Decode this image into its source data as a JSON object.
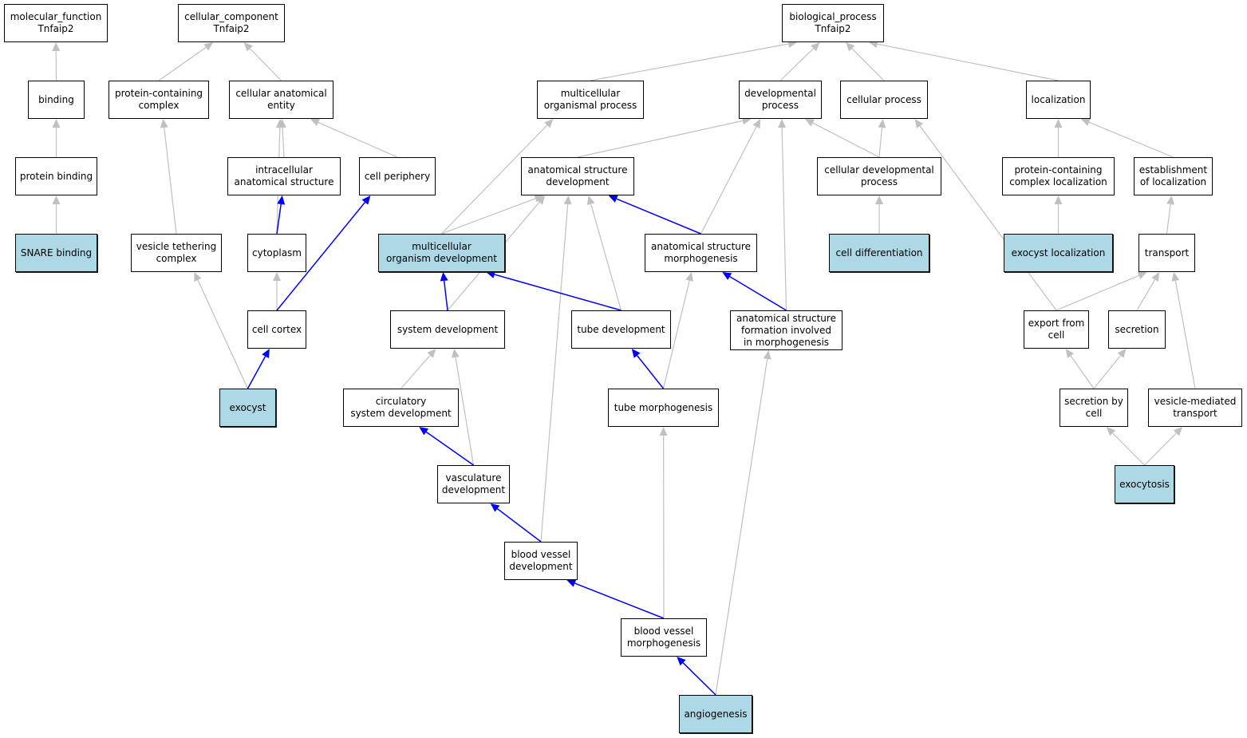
{
  "colors": {
    "highlight": "#add8e6",
    "node_border": "#000000",
    "edge_default": "#c0c0c0",
    "edge_path": "#0000ff"
  },
  "nodes": {
    "mf": {
      "label": "molecular_function\nTnfaip2",
      "highlight": false
    },
    "binding": {
      "label": "binding",
      "highlight": false
    },
    "protein_binding": {
      "label": "protein binding",
      "highlight": false
    },
    "snare": {
      "label": "SNARE binding",
      "highlight": true
    },
    "cc": {
      "label": "cellular_component\nTnfaip2",
      "highlight": false
    },
    "pcc": {
      "label": "protein-containing\ncomplex",
      "highlight": false
    },
    "cae": {
      "label": "cellular anatomical\nentity",
      "highlight": false
    },
    "ias": {
      "label": "intracellular\nanatomical structure",
      "highlight": false
    },
    "cell_periphery": {
      "label": "cell periphery",
      "highlight": false
    },
    "vtc": {
      "label": "vesicle tethering\ncomplex",
      "highlight": false
    },
    "cytoplasm": {
      "label": "cytoplasm",
      "highlight": false
    },
    "cell_cortex": {
      "label": "cell cortex",
      "highlight": false
    },
    "exocyst": {
      "label": "exocyst",
      "highlight": true
    },
    "bp": {
      "label": "biological_process\nTnfaip2",
      "highlight": false
    },
    "mop": {
      "label": "multicellular\norganismal process",
      "highlight": false
    },
    "dev_proc": {
      "label": "developmental\nprocess",
      "highlight": false
    },
    "cell_proc": {
      "label": "cellular process",
      "highlight": false
    },
    "localization": {
      "label": "localization",
      "highlight": false
    },
    "asd": {
      "label": "anatomical structure\ndevelopment",
      "highlight": false
    },
    "cdp": {
      "label": "cellular developmental\nprocess",
      "highlight": false
    },
    "pcl": {
      "label": "protein-containing\ncomplex localization",
      "highlight": false
    },
    "eol": {
      "label": "establishment\nof localization",
      "highlight": false
    },
    "mod": {
      "label": "multicellular\norganism development",
      "highlight": true
    },
    "asm": {
      "label": "anatomical structure\nmorphogenesis",
      "highlight": false
    },
    "cell_diff": {
      "label": "cell differentiation",
      "highlight": true
    },
    "exo_loc": {
      "label": "exocyst localization",
      "highlight": true
    },
    "transport": {
      "label": "transport",
      "highlight": false
    },
    "sys_dev": {
      "label": "system development",
      "highlight": false
    },
    "tube_dev": {
      "label": "tube development",
      "highlight": false
    },
    "asf": {
      "label": "anatomical structure\nformation involved\nin morphogenesis",
      "highlight": false
    },
    "export": {
      "label": "export from\ncell",
      "highlight": false
    },
    "secretion": {
      "label": "secretion",
      "highlight": false
    },
    "csd": {
      "label": "circulatory\nsystem development",
      "highlight": false
    },
    "tube_morph": {
      "label": "tube morphogenesis",
      "highlight": false
    },
    "sec_cell": {
      "label": "secretion by\ncell",
      "highlight": false
    },
    "vmt": {
      "label": "vesicle-mediated\ntransport",
      "highlight": false
    },
    "vasc_dev": {
      "label": "vasculature\ndevelopment",
      "highlight": false
    },
    "exocytosis": {
      "label": "exocytosis",
      "highlight": true
    },
    "bvd": {
      "label": "blood vessel\ndevelopment",
      "highlight": false
    },
    "bvm": {
      "label": "blood vessel\nmorphogenesis",
      "highlight": false
    },
    "angio": {
      "label": "angiogenesis",
      "highlight": true
    }
  },
  "edges": [
    {
      "from": "binding",
      "to": "mf",
      "path": false
    },
    {
      "from": "protein_binding",
      "to": "binding",
      "path": false
    },
    {
      "from": "snare",
      "to": "protein_binding",
      "path": false
    },
    {
      "from": "pcc",
      "to": "cc",
      "path": false
    },
    {
      "from": "cae",
      "to": "cc",
      "path": false
    },
    {
      "from": "ias",
      "to": "cae",
      "path": false
    },
    {
      "from": "cell_periphery",
      "to": "cae",
      "path": false
    },
    {
      "from": "cytoplasm",
      "to": "cae",
      "path": false
    },
    {
      "from": "vtc",
      "to": "pcc",
      "path": false
    },
    {
      "from": "cytoplasm",
      "to": "ias",
      "path": true
    },
    {
      "from": "cell_cortex",
      "to": "cytoplasm",
      "path": false
    },
    {
      "from": "cell_cortex",
      "to": "cell_periphery",
      "path": true
    },
    {
      "from": "exocyst",
      "to": "vtc",
      "path": false
    },
    {
      "from": "exocyst",
      "to": "cell_cortex",
      "path": true
    },
    {
      "from": "mop",
      "to": "bp",
      "path": false
    },
    {
      "from": "dev_proc",
      "to": "bp",
      "path": false
    },
    {
      "from": "cell_proc",
      "to": "bp",
      "path": false
    },
    {
      "from": "localization",
      "to": "bp",
      "path": false
    },
    {
      "from": "asd",
      "to": "dev_proc",
      "path": false
    },
    {
      "from": "asm",
      "to": "dev_proc",
      "path": false
    },
    {
      "from": "asf",
      "to": "dev_proc",
      "path": false
    },
    {
      "from": "cdp",
      "to": "dev_proc",
      "path": false
    },
    {
      "from": "cdp",
      "to": "cell_proc",
      "path": false
    },
    {
      "from": "export",
      "to": "cell_proc",
      "path": false
    },
    {
      "from": "pcl",
      "to": "localization",
      "path": false
    },
    {
      "from": "eol",
      "to": "localization",
      "path": false
    },
    {
      "from": "mod",
      "to": "mop",
      "path": false
    },
    {
      "from": "mod",
      "to": "asd",
      "path": false
    },
    {
      "from": "asm",
      "to": "asd",
      "path": true
    },
    {
      "from": "sys_dev",
      "to": "asd",
      "path": false
    },
    {
      "from": "tube_dev",
      "to": "asd",
      "path": false
    },
    {
      "from": "bvd",
      "to": "asd",
      "path": false
    },
    {
      "from": "cell_diff",
      "to": "cdp",
      "path": false
    },
    {
      "from": "exo_loc",
      "to": "pcl",
      "path": false
    },
    {
      "from": "transport",
      "to": "eol",
      "path": false
    },
    {
      "from": "sys_dev",
      "to": "mod",
      "path": true
    },
    {
      "from": "tube_dev",
      "to": "mod",
      "path": true
    },
    {
      "from": "asf",
      "to": "asm",
      "path": true
    },
    {
      "from": "tube_morph",
      "to": "asm",
      "path": false
    },
    {
      "from": "export",
      "to": "transport",
      "path": false
    },
    {
      "from": "secretion",
      "to": "transport",
      "path": false
    },
    {
      "from": "vmt",
      "to": "transport",
      "path": false
    },
    {
      "from": "csd",
      "to": "sys_dev",
      "path": false
    },
    {
      "from": "vasc_dev",
      "to": "sys_dev",
      "path": false
    },
    {
      "from": "tube_morph",
      "to": "tube_dev",
      "path": true
    },
    {
      "from": "angio",
      "to": "asf",
      "path": false
    },
    {
      "from": "sec_cell",
      "to": "export",
      "path": false
    },
    {
      "from": "sec_cell",
      "to": "secretion",
      "path": false
    },
    {
      "from": "vasc_dev",
      "to": "csd",
      "path": true
    },
    {
      "from": "bvm",
      "to": "tube_morph",
      "path": false
    },
    {
      "from": "exocytosis",
      "to": "sec_cell",
      "path": false
    },
    {
      "from": "exocytosis",
      "to": "vmt",
      "path": false
    },
    {
      "from": "bvd",
      "to": "vasc_dev",
      "path": true
    },
    {
      "from": "bvm",
      "to": "bvd",
      "path": true
    },
    {
      "from": "angio",
      "to": "bvm",
      "path": true
    }
  ]
}
